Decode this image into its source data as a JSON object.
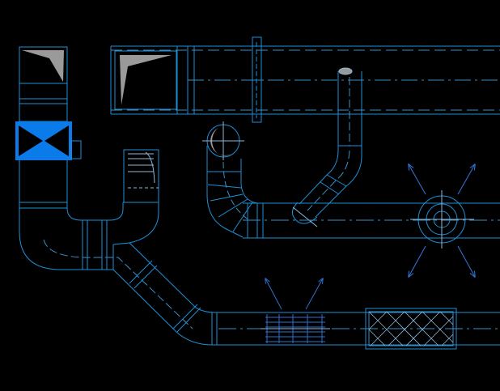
{
  "drawing": {
    "background": "#000000",
    "line_color": "#1E90D6",
    "centerline_color": "#3A8FC8",
    "detail_color": "#8FB8D8",
    "fill_accent": "#0A7BE8",
    "fill_grey": "#9A9A9A"
  },
  "components": [
    {
      "id": "vertical-duct-left",
      "icon": "rectangular-duct"
    },
    {
      "id": "butterfly-damper",
      "icon": "damper-symbol"
    },
    {
      "id": "horizontal-duct-top",
      "icon": "rectangular-duct"
    },
    {
      "id": "flange-top",
      "icon": "duct-flange"
    },
    {
      "id": "round-elbow-riser",
      "icon": "round-pipe-elbow"
    },
    {
      "id": "segmented-elbow",
      "icon": "segmented-elbow"
    },
    {
      "id": "horizontal-round-duct",
      "icon": "round-duct"
    },
    {
      "id": "diffuser-round",
      "icon": "round-diffuser"
    },
    {
      "id": "y-branch-duct",
      "icon": "branch-duct"
    },
    {
      "id": "louver-grille",
      "icon": "supply-grille"
    },
    {
      "id": "filter-box",
      "icon": "filter-section"
    }
  ]
}
